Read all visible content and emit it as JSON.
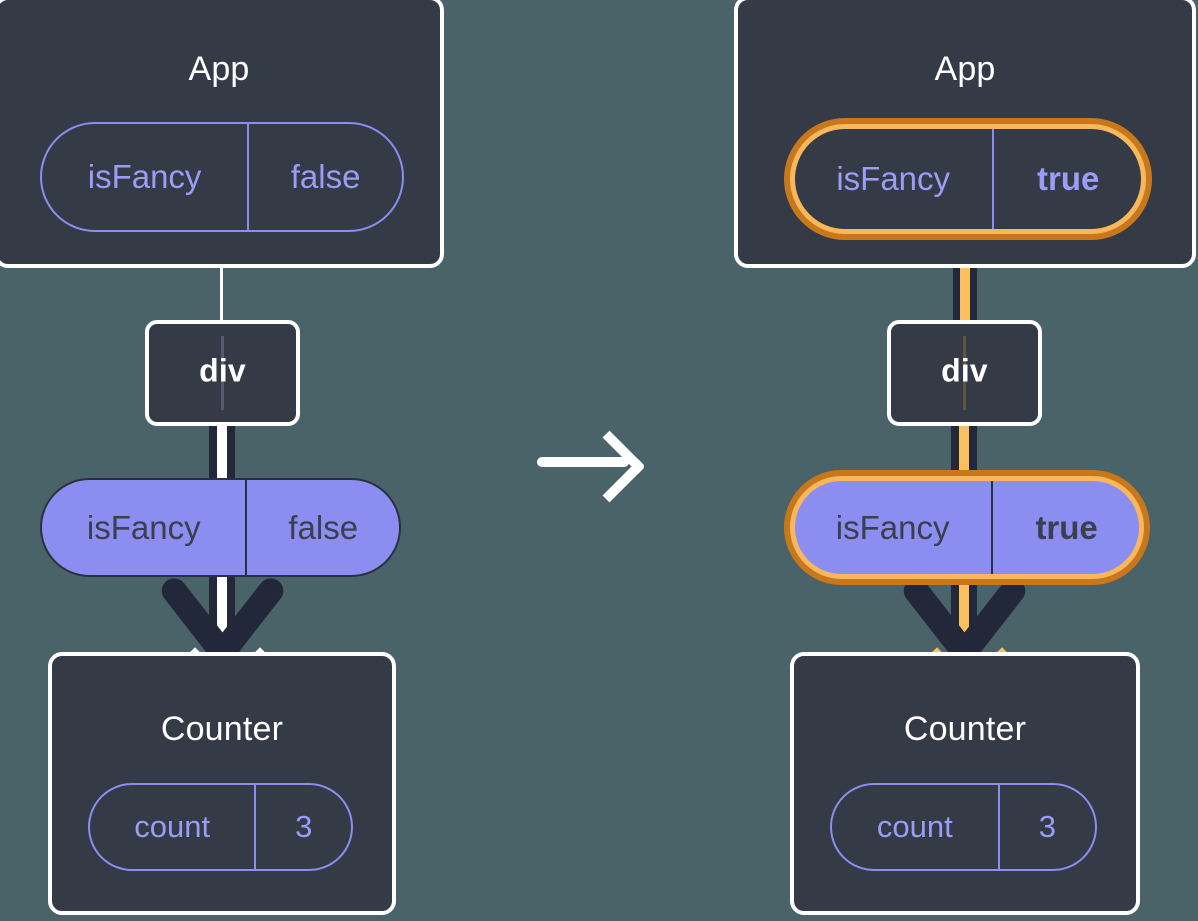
{
  "diagram": {
    "title": "React state propagation: App isFancy toggled",
    "background_color": "#4a6369",
    "transition_icon": "arrow-right-icon"
  },
  "panels": [
    {
      "id": "before",
      "app": {
        "title": "App",
        "pill": {
          "key": "isFancy",
          "value": "false",
          "highlighted": false,
          "bold_value": false
        }
      },
      "div": {
        "title": "div"
      },
      "prop_pill": {
        "key": "isFancy",
        "value": "false",
        "highlighted": false,
        "bold_value": false
      },
      "counter": {
        "title": "Counter",
        "pill": {
          "key": "count",
          "value": "3"
        }
      }
    },
    {
      "id": "after",
      "app": {
        "title": "App",
        "pill": {
          "key": "isFancy",
          "value": "true",
          "highlighted": true,
          "bold_value": true
        }
      },
      "div": {
        "title": "div"
      },
      "prop_pill": {
        "key": "isFancy",
        "value": "true",
        "highlighted": true,
        "bold_value": true
      },
      "counter": {
        "title": "Counter",
        "pill": {
          "key": "count",
          "value": "3"
        }
      }
    }
  ],
  "colors": {
    "background": "#4a6369",
    "box_fill": "#343a46",
    "box_border": "#ffffff",
    "pill_purple": "#8b8ef0",
    "pill_outline": "#8b8df0",
    "highlight_outer": "#c8771b",
    "highlight_inner": "#f7b75c",
    "sparkle": "#fbbf5e",
    "connector_dark": "#23273a",
    "connector_light": "#ffffff",
    "connector_accent": "#fbbf5e"
  },
  "sparkle_icons": [
    "sparkle-large-icon",
    "sparkle-small-icon"
  ]
}
